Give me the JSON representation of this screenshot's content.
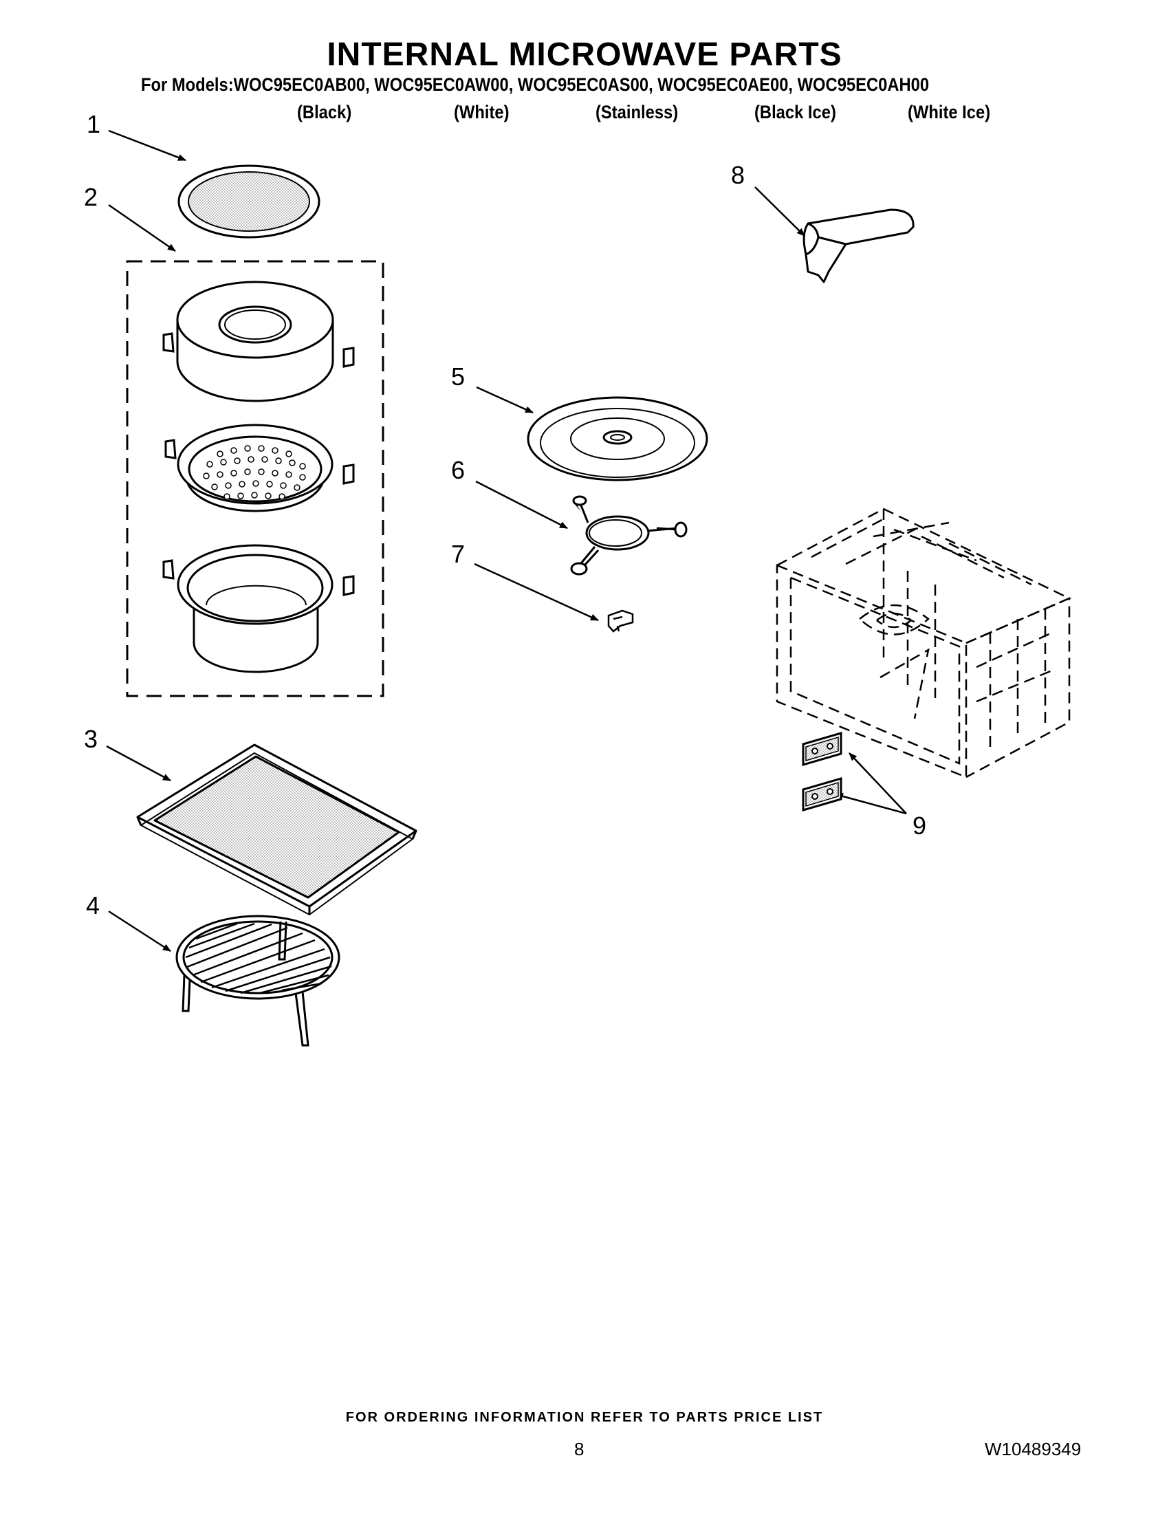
{
  "title": "INTERNAL MICROWAVE  PARTS",
  "models_line": "For Models:WOC95EC0AB00, WOC95EC0AW00, WOC95EC0AS00, WOC95EC0AE00, WOC95EC0AH00",
  "colors": [
    "(Black)",
    "(White)",
    "(Stainless)",
    "(Black Ice)",
    "(White Ice)"
  ],
  "callouts": [
    "1",
    "2",
    "3",
    "4",
    "5",
    "6",
    "7",
    "8",
    "9"
  ],
  "footer": "FOR ORDERING INFORMATION REFER TO PARTS PRICE LIST",
  "page_number": "8",
  "doc_number": "W10489349"
}
